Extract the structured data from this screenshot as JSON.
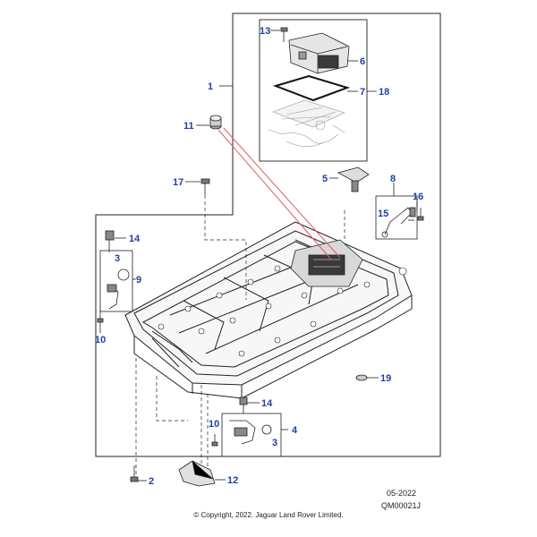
{
  "diagram": {
    "callouts": {
      "c1": "1",
      "c2": "2",
      "c3a": "3",
      "c3b": "3",
      "c4": "4",
      "c5": "5",
      "c6": "6",
      "c7": "7",
      "c8": "8",
      "c9": "9",
      "c10a": "10",
      "c10b": "10",
      "c11": "11",
      "c12": "12",
      "c13": "13",
      "c14a": "14",
      "c14b": "14",
      "c15": "15",
      "c16": "16",
      "c17": "17",
      "c18": "18",
      "c19": "19"
    },
    "colors": {
      "callout": "#1f3fa8",
      "leader": "#e05a5a",
      "line": "#222222"
    }
  },
  "footer": {
    "date": "05-2022",
    "code": "QM00021J",
    "copyright": "© Copyright, 2022. Jaguar Land Rover Limited."
  }
}
